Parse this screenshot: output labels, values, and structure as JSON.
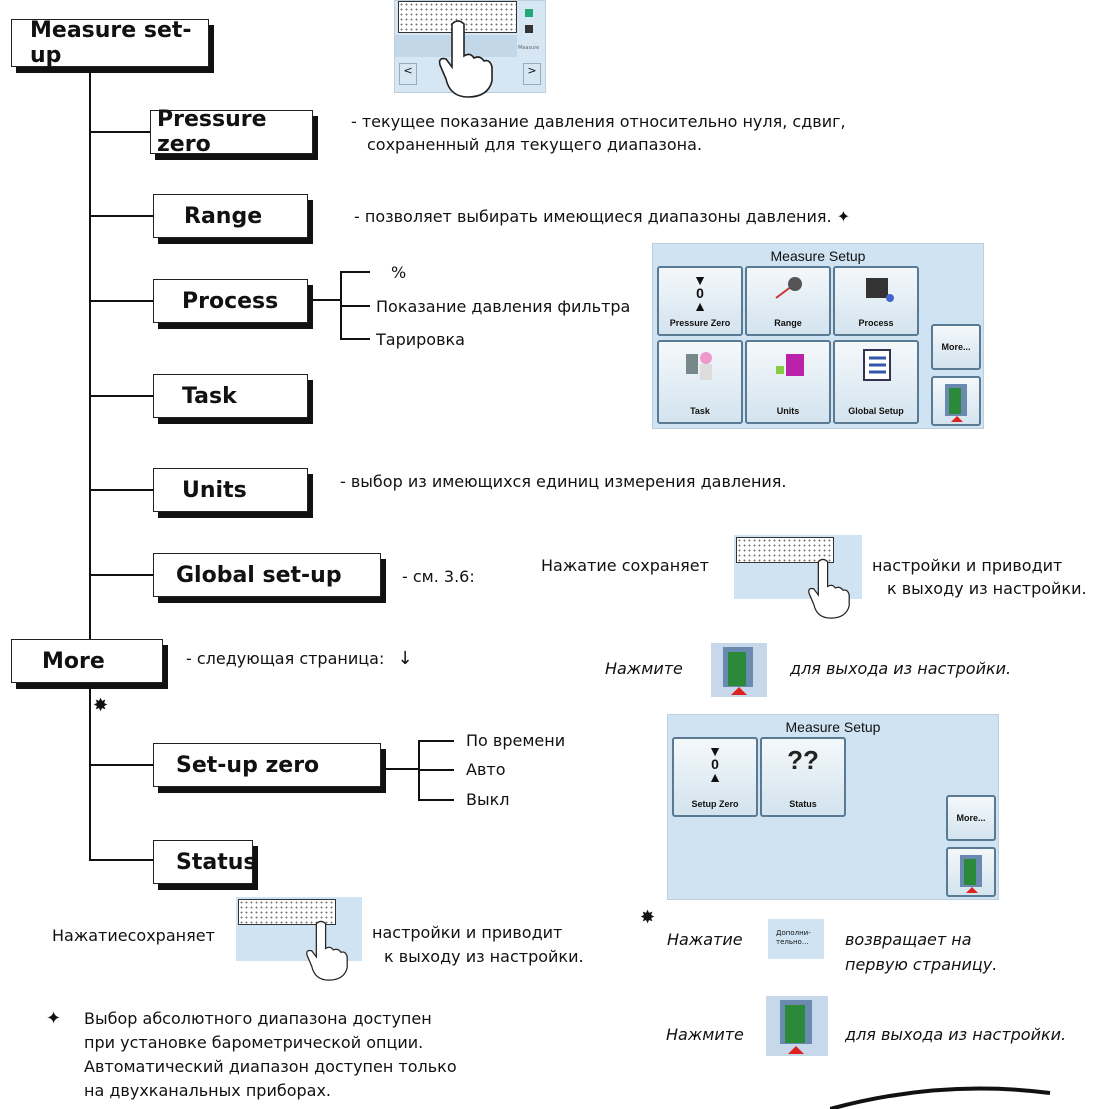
{
  "menu": {
    "measure_setup": "Measure set-up",
    "pressure_zero": "Pressure zero",
    "range": "Range",
    "process": "Process",
    "task": "Task",
    "units": "Units",
    "global_setup": "Global set-up",
    "more": "More",
    "setup_zero": "Set-up zero",
    "status": "Status"
  },
  "descriptions": {
    "pressure_zero_1": "- текущее показание давления относительно нуля, сдвиг,",
    "pressure_zero_2": "сохраненный для текущего диапазона.",
    "range": "- позволяет выбирать имеющиеся диапазоны давления. ✦",
    "units": "- выбор из имеющихся единиц измерения давления.",
    "global_setup": "- см. 3.6:",
    "more": "- следующая страница:",
    "more_arrow": "↓"
  },
  "process_options": [
    "%",
    "Показание давления фильтра",
    "Тарировка"
  ],
  "setup_zero_options": [
    "По времени",
    "Авто",
    "Выкл"
  ],
  "screen1": {
    "title": "Measure Setup",
    "buttons": [
      "Pressure Zero",
      "Range",
      "Process",
      "Task",
      "Units",
      "Global Setup"
    ],
    "more": "More...",
    "zero_glyph": "0"
  },
  "screen2": {
    "title": "Measure Setup",
    "buttons": [
      "Setup Zero",
      "Status"
    ],
    "more": "More...",
    "zero_glyph": "0",
    "status_glyph": "??"
  },
  "top_screen": {
    "left": "<",
    "right": ">",
    "measure": "Measure"
  },
  "notes": {
    "press_saves": "Нажатие сохраняет",
    "settings_exit_1": "настройки и приводит",
    "settings_exit_2": "к выходу из настройки.",
    "press_saves_2": "Нажатиесохраняет",
    "settings_exit_3": "настройки и приводит",
    "settings_exit_4": "к выходу из настройки.",
    "press": "Нажмите",
    "to_exit": "для выхода из настройки.",
    "press_2": "Нажатие",
    "more_btn_1": "Дополни-",
    "more_btn_2": "тельно...",
    "returns_1": "возвращает на",
    "returns_2": "первую страницу.",
    "press_3": "Нажмите",
    "to_exit_2": "для выхода из настройки.",
    "star": "✸",
    "diamond": "✦"
  },
  "footnote": [
    "Выбор абсолютного диапазона доступен",
    "при установке барометрической опции.",
    "Автоматический диапазон доступен только",
    "на двухканальных приборах."
  ]
}
